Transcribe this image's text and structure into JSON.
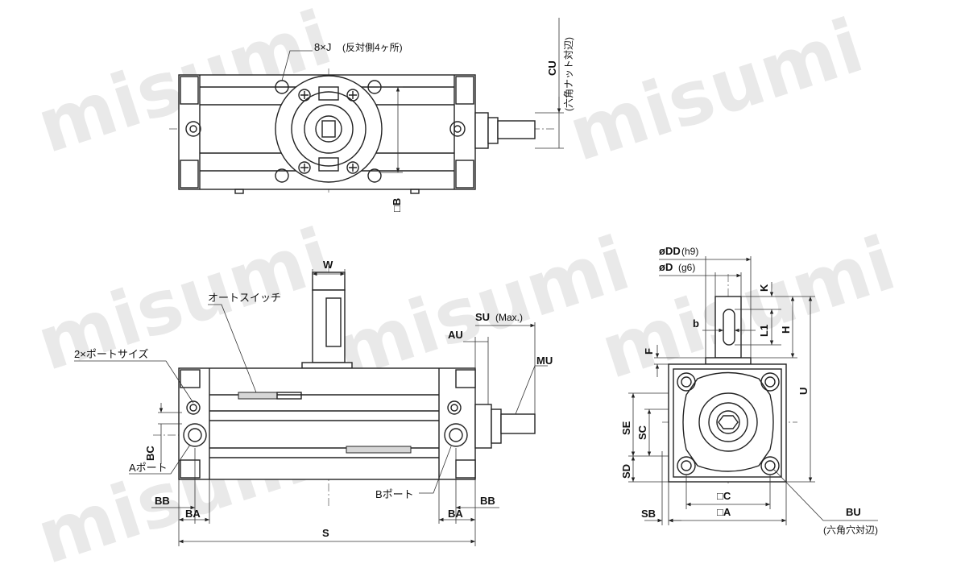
{
  "watermark": "misumi",
  "top_view": {
    "hole_label": "8×J",
    "hole_note": "(反対側4ヶ所)",
    "dim_cu": "CU",
    "dim_cu_note": "(六角ナット対辺)",
    "dim_b": "□B"
  },
  "front_view": {
    "dim_w": "W",
    "auto_switch": "オートスイッチ",
    "port_size": "2×ポートサイズ",
    "dim_su": "SU",
    "dim_su_note": "(Max.)",
    "dim_au": "AU",
    "dim_mu": "MU",
    "dim_bc": "BC",
    "port_a": "Aポート",
    "port_b": "Bポート",
    "dim_bb_left": "BB",
    "dim_ba_left": "BA",
    "dim_ba_right": "BA",
    "dim_bb_right": "BB",
    "dim_s": "S"
  },
  "side_view": {
    "dim_dd": "øDD",
    "dim_dd_note": "(h9)",
    "dim_d": "øD",
    "dim_d_note": "(g6)",
    "dim_k": "K",
    "dim_b": "b",
    "dim_l1": "L1",
    "dim_h": "H",
    "dim_f": "F",
    "dim_u": "U",
    "dim_se": "SE",
    "dim_sc": "SC",
    "dim_sd": "SD",
    "dim_c": "□C",
    "dim_a": "□A",
    "dim_sb": "SB",
    "dim_bu": "BU",
    "dim_bu_note": "(六角穴対辺)"
  }
}
